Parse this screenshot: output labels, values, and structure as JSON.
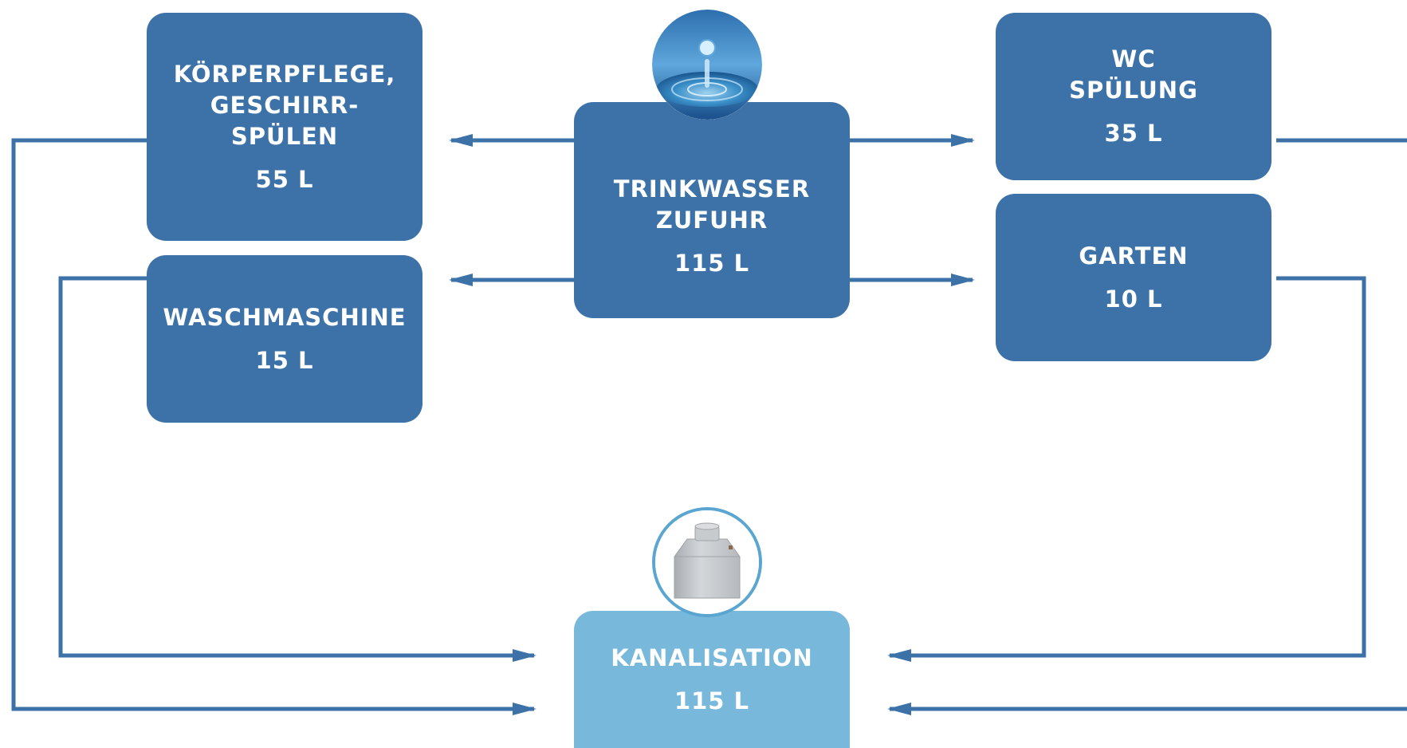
{
  "colors": {
    "box": "#3d72a8",
    "box_light": "#78b8db",
    "line": "#3d72a8",
    "text": "#ffffff"
  },
  "nodes": {
    "koerperpflege": {
      "label": "KÖRPERPFLEGE, GESCHIRR-\nSPÜLEN",
      "amount": "55 L"
    },
    "waschmaschine": {
      "label": "WASCHMASCHINE",
      "amount": "15 L"
    },
    "trinkwasser": {
      "label": "TRINKWASSER\nZUFUHR",
      "amount": "115 L"
    },
    "wc": {
      "label": "WC\nSPÜLUNG",
      "amount": "35 L"
    },
    "garten": {
      "label": "GARTEN",
      "amount": "10 L"
    },
    "kanalisation": {
      "label": "KANALISATION",
      "amount": "115 L"
    }
  },
  "icons": {
    "water": "water-drop-icon",
    "tank": "concrete-tank-icon"
  }
}
